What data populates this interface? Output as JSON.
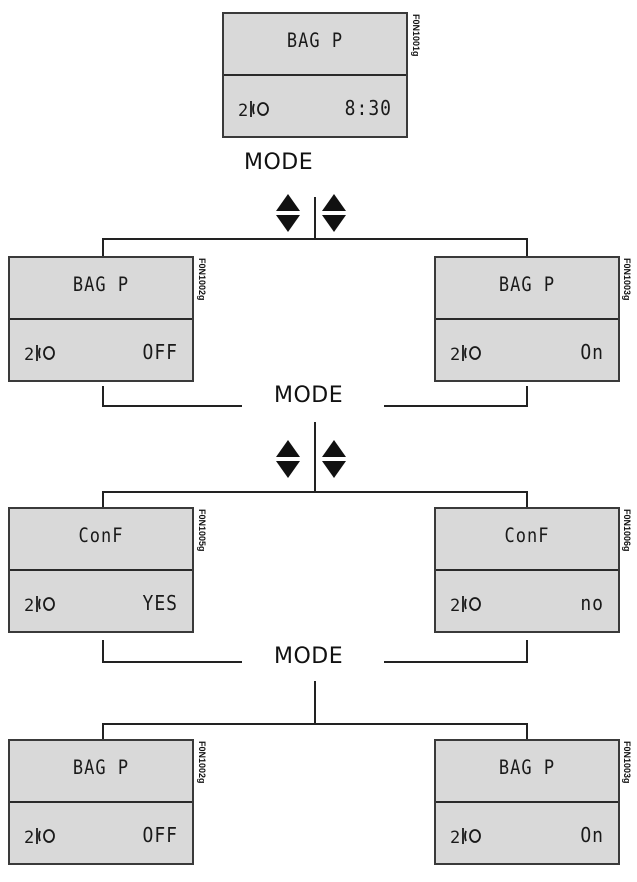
{
  "mode_label": "MODE",
  "icon": "passenger-airbag-icon",
  "icon_digit": "2",
  "screens": {
    "top": {
      "title": "BAG P",
      "value": "8:30",
      "code": "F0N1001g"
    },
    "row1_left": {
      "title": "BAG P",
      "value": "OFF",
      "code": "F0N1002g"
    },
    "row1_right": {
      "title": "BAG P",
      "value": "On",
      "code": "F0N1003g"
    },
    "row2_left": {
      "title": "ConF",
      "value": "YES",
      "code": "F0N1005g"
    },
    "row2_right": {
      "title": "ConF",
      "value": "no",
      "code": "F0N1006g"
    },
    "row3_left": {
      "title": "BAG P",
      "value": "OFF",
      "code": "F0N1002g"
    },
    "row3_right": {
      "title": "BAG P",
      "value": "On",
      "code": "F0N1003g"
    }
  },
  "colors": {
    "screen": "#d9d9d9",
    "line": "#222222",
    "text": "#111111"
  }
}
